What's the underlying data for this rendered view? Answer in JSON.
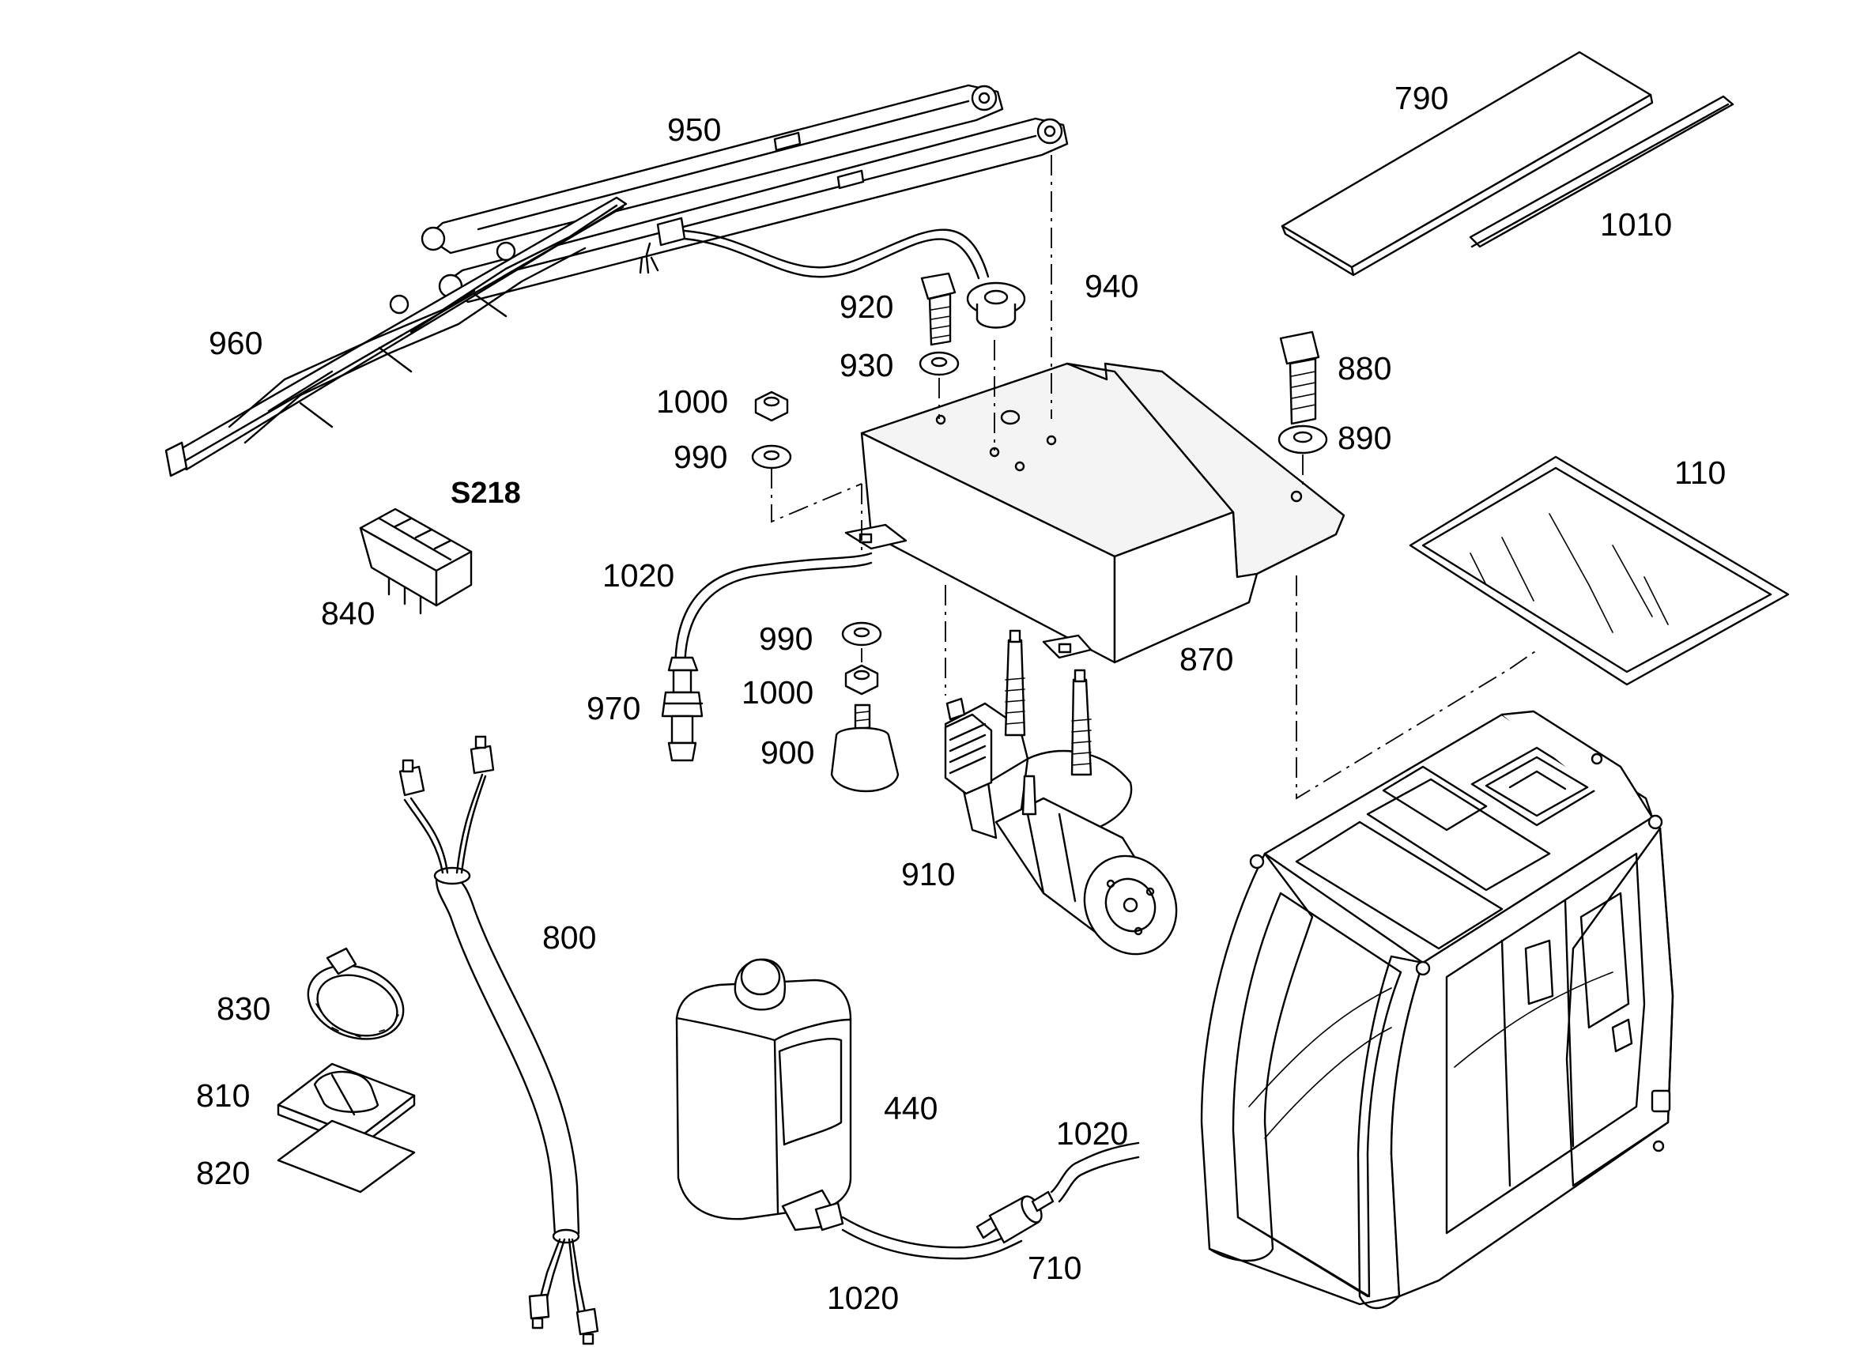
{
  "diagram": {
    "labels": {
      "p950": "950",
      "p960": "960",
      "p920": "920",
      "p940": "940",
      "p930": "930",
      "p1000a": "1000",
      "p990a": "990",
      "s218": "S218",
      "p840": "840",
      "p1020a": "1020",
      "p990b": "990",
      "p1000b": "1000",
      "p970": "970",
      "p900": "900",
      "p870": "870",
      "p910": "910",
      "p880": "880",
      "p890": "890",
      "p790": "790",
      "p1010": "1010",
      "p110": "110",
      "p800": "800",
      "p830": "830",
      "p810": "810",
      "p820": "820",
      "p440": "440",
      "p1020b": "1020",
      "p1020c": "1020",
      "p710": "710"
    }
  }
}
